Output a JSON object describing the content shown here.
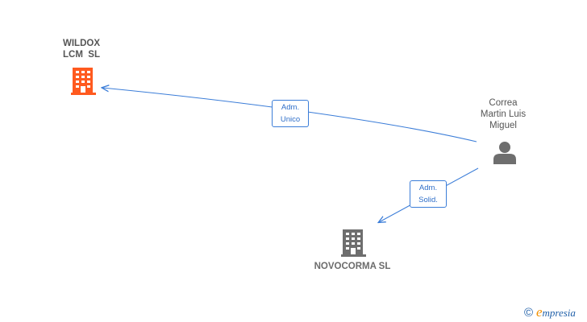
{
  "nodes": {
    "wildox": {
      "name_line1": "WILDOX",
      "name_line2": "LCM  SL",
      "color": "#ff5a1f"
    },
    "novocorma": {
      "name": "NOVOCORMA SL",
      "color": "#6e6e6e"
    },
    "person": {
      "line1": "Correa",
      "line2": "Martin Luis",
      "line3": "Miguel",
      "color": "#6e6e6e"
    }
  },
  "edges": [
    {
      "label_line1": "Adm.",
      "label_line2": "Unico"
    },
    {
      "label_line1": "Adm.",
      "label_line2": "Solid."
    }
  ],
  "edge_color": "#3b7dd8",
  "footer": {
    "copyright_symbol": "©",
    "brand_first": "e",
    "brand_rest": "mpresia"
  }
}
